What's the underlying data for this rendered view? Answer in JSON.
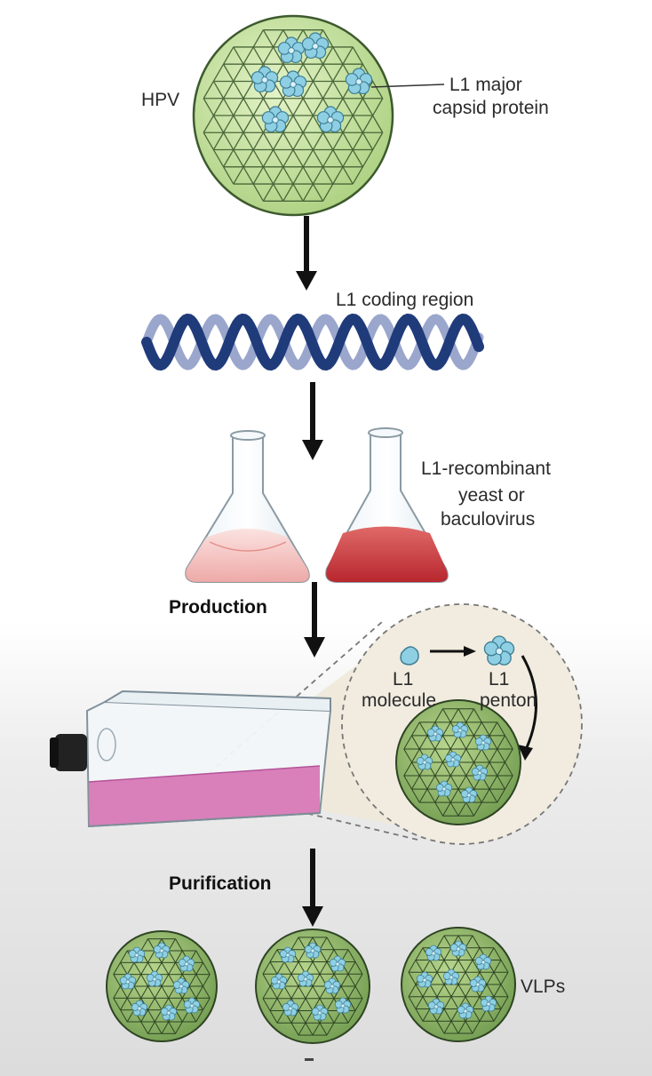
{
  "labels": {
    "hpv": "HPV",
    "l1_major_line1": "L1 major",
    "l1_major_line2": "capsid protein",
    "l1_coding_region": "L1 coding region",
    "recombinant_line1": "L1-recombinant",
    "recombinant_line2": "yeast or",
    "recombinant_line3": "baculovirus",
    "production": "Production",
    "l1_molecule_line1": "L1",
    "l1_molecule_line2": "molecule",
    "l1_penton_line1": "L1",
    "l1_penton_line2": "penton",
    "purification": "Purification",
    "vlps": "VLPs"
  },
  "colors": {
    "capsid_fill": "#c7e3a3",
    "capsid_stroke": "#3d5a2e",
    "penton": "#8ecfe3",
    "dna_dark": "#1f3b7a",
    "dna_light": "#9aa6cc",
    "medium_light": "#f2b7b4",
    "medium_dark": "#c9333a",
    "culture_fluid": "#d673b4",
    "zoom_cone": "#efe9da"
  }
}
